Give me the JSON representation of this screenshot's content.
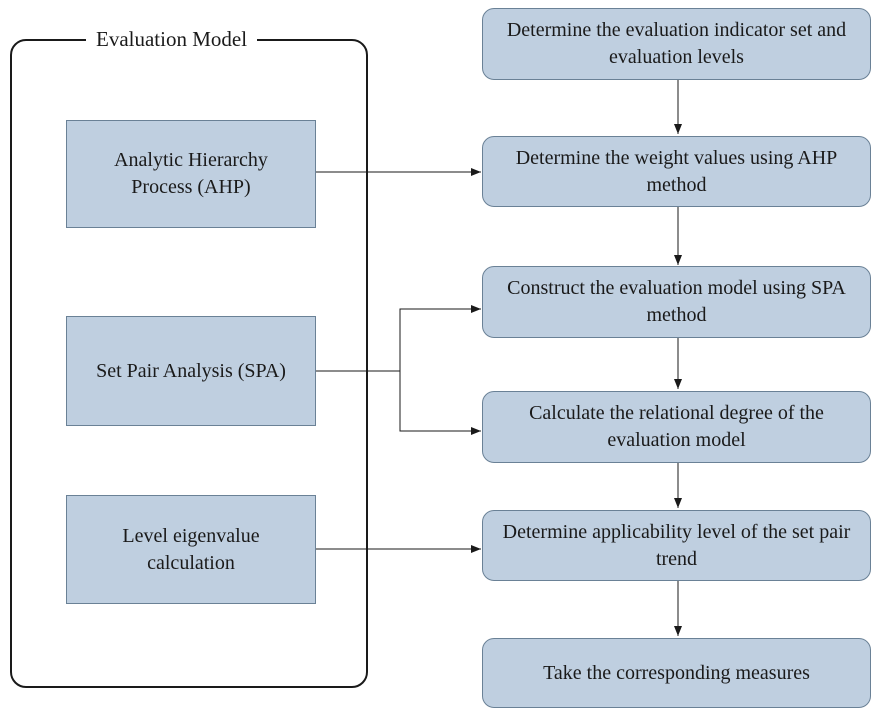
{
  "group": {
    "title": "Evaluation Model"
  },
  "methods": [
    {
      "id": "ahp",
      "label": "Analytic Hierarchy Process (AHP)"
    },
    {
      "id": "spa",
      "label": "Set Pair Analysis (SPA)"
    },
    {
      "id": "level",
      "label": "Level eigenvalue calculation"
    }
  ],
  "steps": [
    {
      "id": "s1",
      "label": "Determine the evaluation indicator set and evaluation levels"
    },
    {
      "id": "s2",
      "label": "Determine the weight values using AHP method"
    },
    {
      "id": "s3",
      "label": "Construct the evaluation model using SPA method"
    },
    {
      "id": "s4",
      "label": "Calculate the relational degree of the evaluation model"
    },
    {
      "id": "s5",
      "label": "Determine applicability level of the set pair trend"
    },
    {
      "id": "s6",
      "label": "Take the corresponding measures"
    }
  ],
  "colors": {
    "box_fill": "#bfcfe0",
    "box_border": "#6a8196",
    "line": "#1a1a1a"
  }
}
